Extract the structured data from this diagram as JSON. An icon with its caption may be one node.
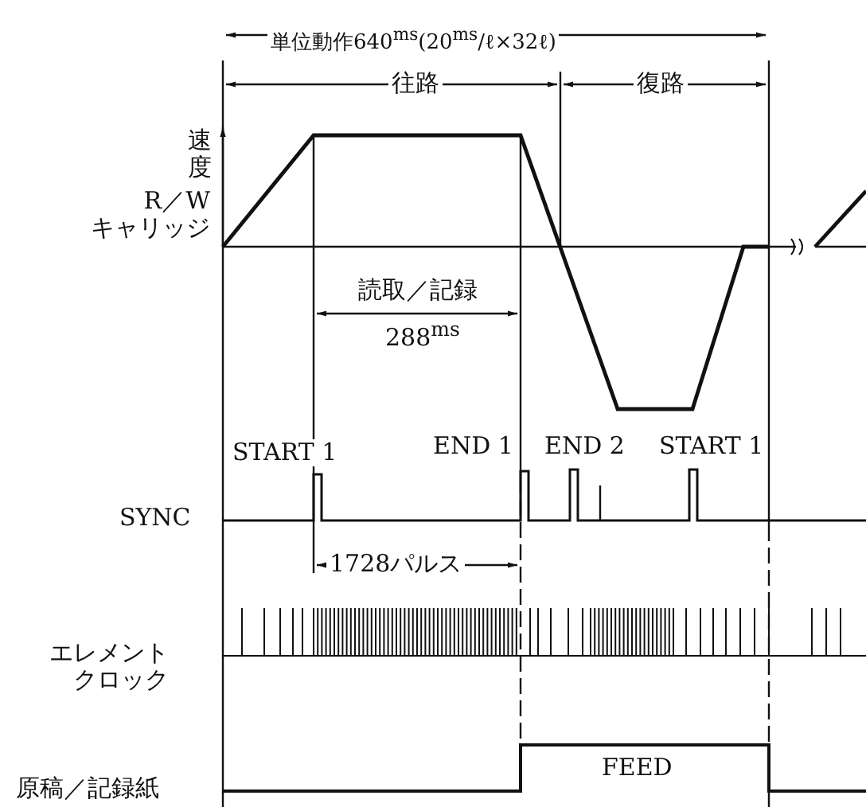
{
  "diagram": {
    "labels": [
      "単位動作640$^{ms}$(20$^{ms}$/ℓ×32ℓ)",
      "往路",
      "復路",
      "速度",
      "R／W キャリッジ",
      "読取／記録",
      "288$^{ms}$",
      "START 1",
      "END 1",
      "END 2",
      "START 1",
      "SYNC",
      "1728パルス",
      "エレメントクロック",
      "FEED",
      "原稿／記録紙"
    ]
  }
}
